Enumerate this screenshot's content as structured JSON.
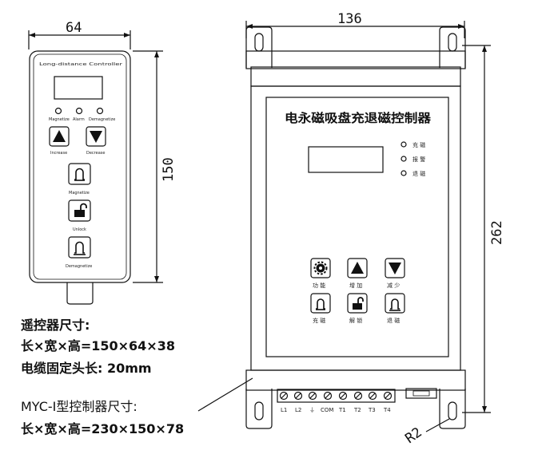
{
  "remote": {
    "width_dim": "64",
    "height_dim": "150",
    "panel_title": "Long-distance Controller",
    "indicators": [
      "Magnetize",
      "Alarm",
      "Demagnetize"
    ],
    "increase_label": "Increase",
    "decrease_label": "Decrease",
    "magnetize_label": "Magnetize",
    "unlock_label": "Unlock",
    "demagnetize_label": "Demagnetize"
  },
  "controller": {
    "width_dim": "136",
    "height_dim": "262",
    "radius_dim": "R2",
    "title": "电永磁吸盘充退磁控制器",
    "indicators": [
      "充 磁",
      "报 警",
      "退 磁"
    ],
    "buttons": [
      "功 能",
      "增 加",
      "减 少",
      "充 磁",
      "解 锁",
      "退 磁"
    ],
    "terminals": [
      "L1",
      "L2",
      "⏚",
      "COM",
      "T1",
      "T2",
      "T3",
      "T4"
    ]
  },
  "specs": {
    "remote_heading": "遥控器尺寸:",
    "remote_dims": "长×宽×高=150×64×38",
    "cable_length": "电缆固定头长: 20mm",
    "controller_heading": "MYC-Ⅰ型控制器尺寸:",
    "controller_dims": "长×宽×高=230×150×78"
  }
}
